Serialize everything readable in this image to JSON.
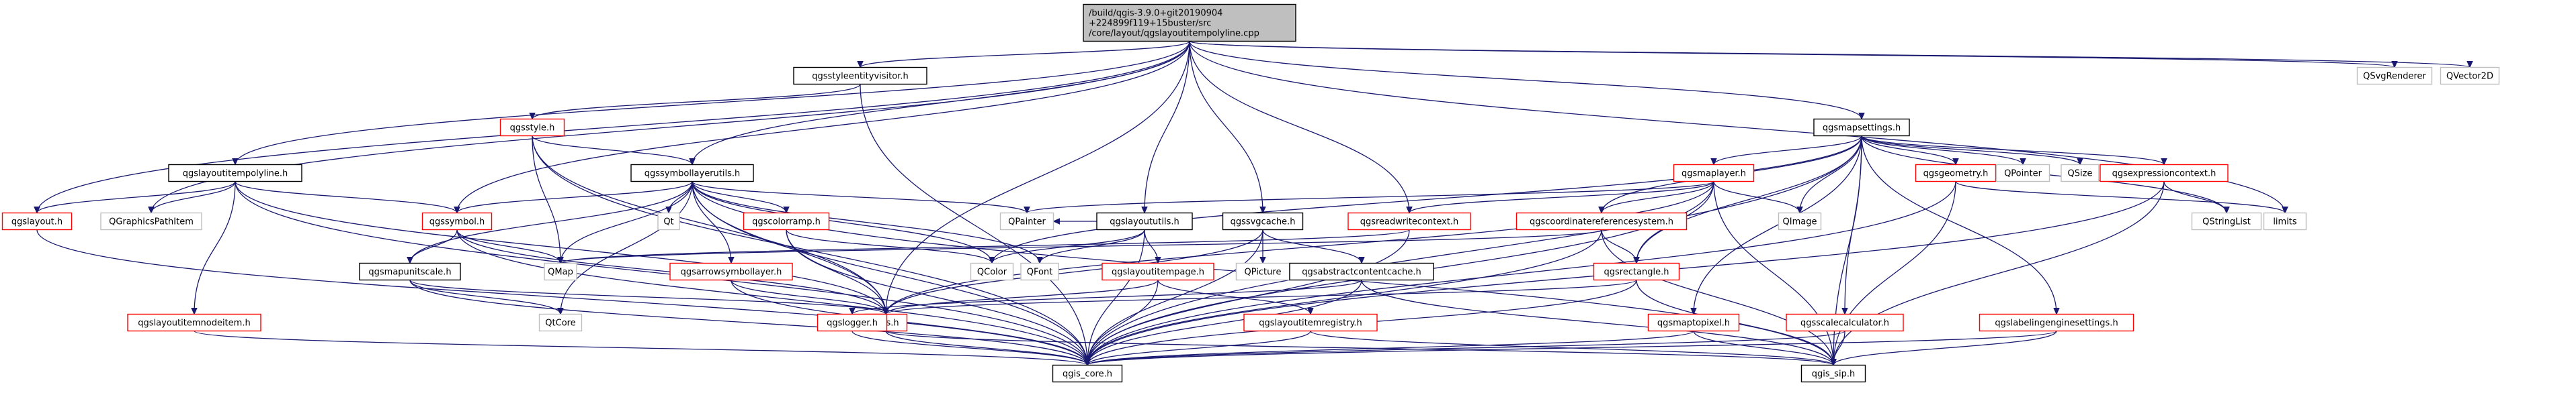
{
  "colors": {
    "root_fill": "#bfbfbf",
    "root_border": "#000000",
    "linked_border": "#ff0000",
    "external_border": "#bfbfbf",
    "edge": "#191970"
  },
  "nodes": [
    {
      "id": "root",
      "lines": [
        "/build/qgis-3.9.0+git20190904",
        "+224899f119+15buster/src",
        "/core/layout/qgslayoutitempolyline.cpp"
      ],
      "kind": "root"
    },
    {
      "id": "qgsstyleentityvisitor",
      "lines": [
        "qgsstyleentityvisitor.h"
      ],
      "kind": "plain"
    },
    {
      "id": "qgsstyle",
      "lines": [
        "qgsstyle.h"
      ],
      "kind": "linked"
    },
    {
      "id": "qgssymbollayerutils",
      "lines": [
        "qgssymbollayerutils.h"
      ],
      "kind": "plain"
    },
    {
      "id": "qgslayoutitempolyline",
      "lines": [
        "qgslayoutitempolyline.h"
      ],
      "kind": "plain"
    },
    {
      "id": "qgslayout",
      "lines": [
        "qgslayout.h"
      ],
      "kind": "linked"
    },
    {
      "id": "QGraphicsPathItem",
      "lines": [
        "QGraphicsPathItem"
      ],
      "kind": "external"
    },
    {
      "id": "qgssymbol",
      "lines": [
        "qgssymbol.h"
      ],
      "kind": "linked"
    },
    {
      "id": "qgslayoutitemnodeitem",
      "lines": [
        "qgslayoutitemnodeitem.h"
      ],
      "kind": "linked"
    },
    {
      "id": "Qt",
      "lines": [
        "Qt"
      ],
      "kind": "external"
    },
    {
      "id": "qgscolorramp",
      "lines": [
        "qgscolorramp.h"
      ],
      "kind": "linked"
    },
    {
      "id": "qgsmapunitscale",
      "lines": [
        "qgsmapunitscale.h"
      ],
      "kind": "plain"
    },
    {
      "id": "QMap",
      "lines": [
        "QMap"
      ],
      "kind": "external"
    },
    {
      "id": "qgsarrowsymbollayer",
      "lines": [
        "qgsarrowsymbollayer.h"
      ],
      "kind": "linked"
    },
    {
      "id": "QtCore",
      "lines": [
        "QtCore"
      ],
      "kind": "external"
    },
    {
      "id": "QPainter",
      "lines": [
        "QPainter"
      ],
      "kind": "external"
    },
    {
      "id": "qgslayoututils",
      "lines": [
        "qgslayoututils.h"
      ],
      "kind": "plain"
    },
    {
      "id": "qgslayoutitempage",
      "lines": [
        "qgslayoutitempage.h"
      ],
      "kind": "linked"
    },
    {
      "id": "QColor",
      "lines": [
        "QColor"
      ],
      "kind": "external"
    },
    {
      "id": "QFont",
      "lines": [
        "QFont"
      ],
      "kind": "external"
    },
    {
      "id": "qgssvgcache",
      "lines": [
        "qgssvgcache.h"
      ],
      "kind": "plain"
    },
    {
      "id": "QPicture",
      "lines": [
        "QPicture"
      ],
      "kind": "external"
    },
    {
      "id": "qgsabstractcontentcache",
      "lines": [
        "qgsabstractcontentcache.h"
      ],
      "kind": "plain"
    },
    {
      "id": "qgslayoutitemregistry",
      "lines": [
        "qgslayoutitemregistry.h"
      ],
      "kind": "linked"
    },
    {
      "id": "qgsreadwritecontext",
      "lines": [
        "qgsreadwritecontext.h"
      ],
      "kind": "linked"
    },
    {
      "id": "qgsmapsettings",
      "lines": [
        "qgsmapsettings.h"
      ],
      "kind": "plain"
    },
    {
      "id": "qgsmaplayer",
      "lines": [
        "qgsmaplayer.h"
      ],
      "kind": "linked"
    },
    {
      "id": "qgscoordinatereferencesystem",
      "lines": [
        "qgscoordinatereferencesystem.h"
      ],
      "kind": "linked"
    },
    {
      "id": "qgsrectangle",
      "lines": [
        "qgsrectangle.h"
      ],
      "kind": "linked"
    },
    {
      "id": "QImage",
      "lines": [
        "QImage"
      ],
      "kind": "external"
    },
    {
      "id": "qgsgeometry",
      "lines": [
        "qgsgeometry.h"
      ],
      "kind": "linked"
    },
    {
      "id": "QPointer",
      "lines": [
        "QPointer"
      ],
      "kind": "external"
    },
    {
      "id": "QSize",
      "lines": [
        "QSize"
      ],
      "kind": "external"
    },
    {
      "id": "qgsexpressioncontext",
      "lines": [
        "qgsexpressioncontext.h"
      ],
      "kind": "linked"
    },
    {
      "id": "QStringList",
      "lines": [
        "QStringList"
      ],
      "kind": "external"
    },
    {
      "id": "limits",
      "lines": [
        "limits"
      ],
      "kind": "external"
    },
    {
      "id": "qgsmaptopixel",
      "lines": [
        "qgsmaptopixel.h"
      ],
      "kind": "linked"
    },
    {
      "id": "qgsscalecalculator",
      "lines": [
        "qgsscalecalculator.h"
      ],
      "kind": "linked"
    },
    {
      "id": "qgslabelingenginesettings",
      "lines": [
        "qgslabelingenginesettings.h"
      ],
      "kind": "linked"
    },
    {
      "id": "qgis",
      "lines": [
        "qgis.h"
      ],
      "kind": "linked"
    },
    {
      "id": "qgslogger",
      "lines": [
        "qgslogger.h"
      ],
      "kind": "linked"
    },
    {
      "id": "qgis_core",
      "lines": [
        "qgis_core.h"
      ],
      "kind": "plain"
    },
    {
      "id": "qgis_sip",
      "lines": [
        "qgis_sip.h"
      ],
      "kind": "plain"
    },
    {
      "id": "QSvgRenderer",
      "lines": [
        "QSvgRenderer"
      ],
      "kind": "external"
    },
    {
      "id": "QVector2D",
      "lines": [
        "QVector2D"
      ],
      "kind": "external"
    }
  ],
  "edges": [
    [
      "root",
      "qgsstyleentityvisitor"
    ],
    [
      "root",
      "qgssymbollayerutils"
    ],
    [
      "root",
      "qgslayoutitempolyline"
    ],
    [
      "root",
      "qgslayout"
    ],
    [
      "root",
      "QGraphicsPathItem"
    ],
    [
      "root",
      "qgssymbol"
    ],
    [
      "root",
      "qgslayoututils"
    ],
    [
      "root",
      "qgssvgcache"
    ],
    [
      "root",
      "qgsreadwritecontext"
    ],
    [
      "root",
      "qgsmapsettings"
    ],
    [
      "root",
      "qgis"
    ],
    [
      "root",
      "QSvgRenderer"
    ],
    [
      "root",
      "QVector2D"
    ],
    [
      "root",
      "limits"
    ],
    [
      "qgsstyleentityvisitor",
      "qgsstyle"
    ],
    [
      "qgsstyleentityvisitor",
      "qgis_core"
    ],
    [
      "qgsstyle",
      "qgssymbollayerutils"
    ],
    [
      "qgsstyle",
      "QMap"
    ],
    [
      "qgsstyle",
      "qgis"
    ],
    [
      "qgsstyle",
      "qgis_core"
    ],
    [
      "qgssymbollayerutils",
      "qgssymbol"
    ],
    [
      "qgssymbollayerutils",
      "Qt"
    ],
    [
      "qgssymbollayerutils",
      "qgscolorramp"
    ],
    [
      "qgssymbollayerutils",
      "qgsmapunitscale"
    ],
    [
      "qgssymbollayerutils",
      "QMap"
    ],
    [
      "qgssymbollayerutils",
      "qgsarrowsymbollayer"
    ],
    [
      "qgssymbollayerutils",
      "QtCore"
    ],
    [
      "qgssymbollayerutils",
      "QPainter"
    ],
    [
      "qgssymbollayerutils",
      "QColor"
    ],
    [
      "qgssymbollayerutils",
      "QFont"
    ],
    [
      "qgssymbollayerutils",
      "qgis"
    ],
    [
      "qgssymbollayerutils",
      "qgis_core"
    ],
    [
      "qgssymbollayerutils",
      "qgis_sip"
    ],
    [
      "qgslayoutitempolyline",
      "qgslayout"
    ],
    [
      "qgslayoutitempolyline",
      "QGraphicsPathItem"
    ],
    [
      "qgslayoutitempolyline",
      "qgssymbol"
    ],
    [
      "qgslayoutitempolyline",
      "qgslayoutitemnodeitem"
    ],
    [
      "qgslayoutitempolyline",
      "qgis"
    ],
    [
      "qgslayoutitempolyline",
      "qgis_core"
    ],
    [
      "qgslayout",
      "qgis_core"
    ],
    [
      "qgssymbol",
      "qgsmapunitscale"
    ],
    [
      "qgssymbol",
      "QMap"
    ],
    [
      "qgssymbol",
      "qgis"
    ],
    [
      "qgssymbol",
      "qgis_core"
    ],
    [
      "qgslayoutitemnodeitem",
      "qgis_core"
    ],
    [
      "qgscolorramp",
      "QColor"
    ],
    [
      "qgscolorramp",
      "qgis"
    ],
    [
      "qgscolorramp",
      "qgis_core"
    ],
    [
      "qgsmapunitscale",
      "QtCore"
    ],
    [
      "qgsmapunitscale",
      "qgis"
    ],
    [
      "qgsmapunitscale",
      "qgis_core"
    ],
    [
      "qgsarrowsymbollayer",
      "qgis"
    ],
    [
      "qgsarrowsymbollayer",
      "qgis_core"
    ],
    [
      "qgslayoututils",
      "QPainter"
    ],
    [
      "qgslayoututils",
      "QColor"
    ],
    [
      "qgslayoututils",
      "QFont"
    ],
    [
      "qgslayoututils",
      "qgslayoutitempage"
    ],
    [
      "qgslayoututils",
      "qgis_core"
    ],
    [
      "qgslayoutitempage",
      "qgslayoutitemregistry"
    ],
    [
      "qgslayoutitempage",
      "qgis"
    ],
    [
      "qgslayoutitempage",
      "qgis_core"
    ],
    [
      "qgssvgcache",
      "QPicture"
    ],
    [
      "qgssvgcache",
      "qgsabstractcontentcache"
    ],
    [
      "qgssvgcache",
      "qgis"
    ],
    [
      "qgssvgcache",
      "qgis_core"
    ],
    [
      "qgsabstractcontentcache",
      "qgslogger"
    ],
    [
      "qgsabstractcontentcache",
      "qgis_core"
    ],
    [
      "qgsabstractcontentcache",
      "qgis_sip"
    ],
    [
      "qgslayoutitemregistry",
      "qgis_core"
    ],
    [
      "qgslayoutitemregistry",
      "qgis_sip"
    ],
    [
      "qgsreadwritecontext",
      "QMap"
    ],
    [
      "qgsreadwritecontext",
      "qgis_core"
    ],
    [
      "qgsmapsettings",
      "qgsmaplayer"
    ],
    [
      "qgsmapsettings",
      "qgscoordinatereferencesystem"
    ],
    [
      "qgsmapsettings",
      "qgsrectangle"
    ],
    [
      "qgsmapsettings",
      "QImage"
    ],
    [
      "qgsmapsettings",
      "qgsgeometry"
    ],
    [
      "qgsmapsettings",
      "QPointer"
    ],
    [
      "qgsmapsettings",
      "QSize"
    ],
    [
      "qgsmapsettings",
      "qgsexpressioncontext"
    ],
    [
      "qgsmapsettings",
      "QStringList"
    ],
    [
      "qgsmapsettings",
      "qgsmaptopixel"
    ],
    [
      "qgsmapsettings",
      "qgsscalecalculator"
    ],
    [
      "qgsmapsettings",
      "qgslabelingenginesettings"
    ],
    [
      "qgsmapsettings",
      "QColor"
    ],
    [
      "qgsmapsettings",
      "qgis_core"
    ],
    [
      "qgsmapsettings",
      "qgis_sip"
    ],
    [
      "qgsmaplayer",
      "QPainter"
    ],
    [
      "qgsmaplayer",
      "qgsreadwritecontext"
    ],
    [
      "qgsmaplayer",
      "qgscoordinatereferencesystem"
    ],
    [
      "qgsmaplayer",
      "qgsrectangle"
    ],
    [
      "qgsmaplayer",
      "QImage"
    ],
    [
      "qgsmaplayer",
      "qgis"
    ],
    [
      "qgsmaplayer",
      "qgis_core"
    ],
    [
      "qgsmaplayer",
      "qgis_sip"
    ],
    [
      "qgscoordinatereferencesystem",
      "QMap"
    ],
    [
      "qgscoordinatereferencesystem",
      "qgsrectangle"
    ],
    [
      "qgscoordinatereferencesystem",
      "qgis_core"
    ],
    [
      "qgscoordinatereferencesystem",
      "qgis_sip"
    ],
    [
      "qgsrectangle",
      "qgis"
    ],
    [
      "qgsrectangle",
      "qgis_core"
    ],
    [
      "qgsrectangle",
      "qgis_sip"
    ],
    [
      "qgsgeometry",
      "limits"
    ],
    [
      "qgsgeometry",
      "qgis_core"
    ],
    [
      "qgsgeometry",
      "qgis_sip"
    ],
    [
      "qgsexpressioncontext",
      "QStringList"
    ],
    [
      "qgsexpressioncontext",
      "qgis_core"
    ],
    [
      "qgsexpressioncontext",
      "qgis_sip"
    ],
    [
      "qgsmaptopixel",
      "qgis_core"
    ],
    [
      "qgsmaptopixel",
      "qgis_sip"
    ],
    [
      "qgsscalecalculator",
      "qgis_core"
    ],
    [
      "qgsscalecalculator",
      "qgis_sip"
    ],
    [
      "qgslabelingenginesettings",
      "qgis_core"
    ],
    [
      "qgslabelingenginesettings",
      "qgis_sip"
    ],
    [
      "qgis",
      "qgis_core"
    ],
    [
      "qgis",
      "qgis_sip"
    ],
    [
      "qgslogger",
      "qgis_core"
    ]
  ]
}
